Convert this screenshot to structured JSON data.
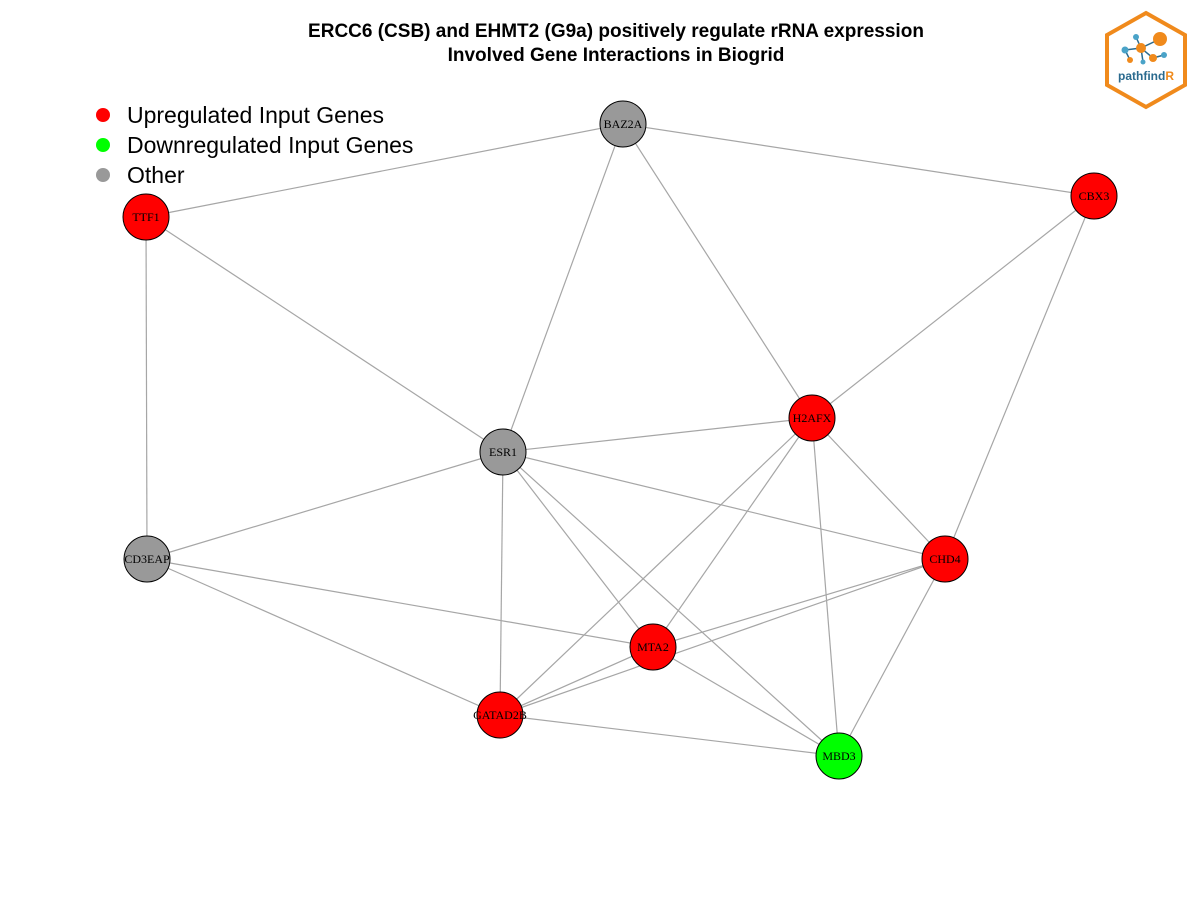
{
  "title": {
    "line1": "ERCC6 (CSB) and EHMT2 (G9a) positively regulate rRNA expression",
    "line2": "Involved Gene Interactions in Biogrid"
  },
  "legend": [
    {
      "label": "Upregulated Input Genes",
      "color": "#ff0000"
    },
    {
      "label": "Downregulated Input Genes",
      "color": "#00ff00"
    },
    {
      "label": "Other",
      "color": "#999999"
    }
  ],
  "colors": {
    "up": "#ff0000",
    "down": "#00ff00",
    "other": "#999999",
    "edge": "#a6a6a6"
  },
  "nodes": [
    {
      "id": "BAZ2A",
      "type": "other"
    },
    {
      "id": "TTF1",
      "type": "up"
    },
    {
      "id": "CBX3",
      "type": "up"
    },
    {
      "id": "H2AFX",
      "type": "up"
    },
    {
      "id": "ESR1",
      "type": "other"
    },
    {
      "id": "CD3EAP",
      "type": "other"
    },
    {
      "id": "CHD4",
      "type": "up"
    },
    {
      "id": "MTA2",
      "type": "up"
    },
    {
      "id": "GATAD2B",
      "type": "up"
    },
    {
      "id": "MBD3",
      "type": "down"
    }
  ],
  "edges": [
    [
      "BAZ2A",
      "TTF1"
    ],
    [
      "BAZ2A",
      "CBX3"
    ],
    [
      "BAZ2A",
      "ESR1"
    ],
    [
      "BAZ2A",
      "H2AFX"
    ],
    [
      "TTF1",
      "ESR1"
    ],
    [
      "TTF1",
      "CD3EAP"
    ],
    [
      "CBX3",
      "H2AFX"
    ],
    [
      "CBX3",
      "CHD4"
    ],
    [
      "ESR1",
      "H2AFX"
    ],
    [
      "ESR1",
      "CHD4"
    ],
    [
      "ESR1",
      "CD3EAP"
    ],
    [
      "ESR1",
      "MTA2"
    ],
    [
      "ESR1",
      "GATAD2B"
    ],
    [
      "ESR1",
      "MBD3"
    ],
    [
      "H2AFX",
      "CHD4"
    ],
    [
      "H2AFX",
      "MTA2"
    ],
    [
      "H2AFX",
      "GATAD2B"
    ],
    [
      "H2AFX",
      "MBD3"
    ],
    [
      "CD3EAP",
      "MTA2"
    ],
    [
      "CD3EAP",
      "GATAD2B"
    ],
    [
      "CHD4",
      "MTA2"
    ],
    [
      "CHD4",
      "GATAD2B"
    ],
    [
      "CHD4",
      "MBD3"
    ],
    [
      "MTA2",
      "GATAD2B"
    ],
    [
      "MTA2",
      "MBD3"
    ],
    [
      "GATAD2B",
      "MBD3"
    ]
  ],
  "logo": {
    "text_main": "pathfind",
    "text_accent": "R"
  }
}
